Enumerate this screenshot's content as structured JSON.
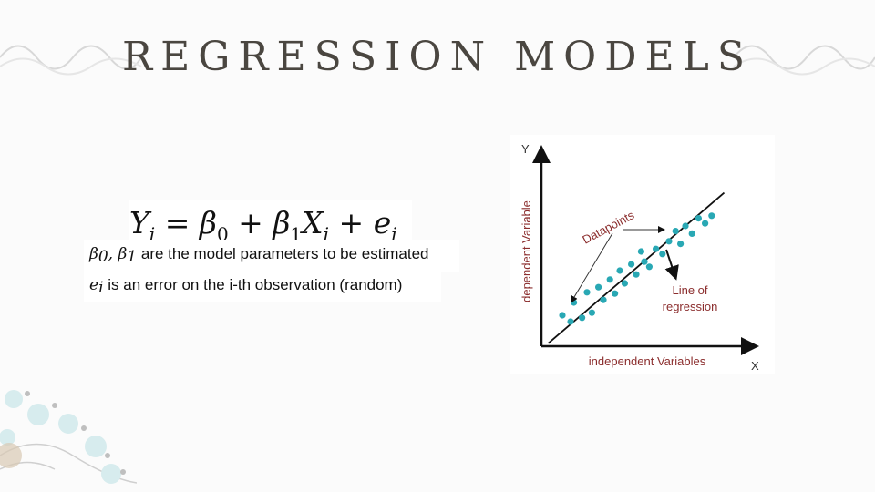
{
  "slide": {
    "title": "REGRESSION MODELS",
    "formula": {
      "Y": "Y",
      "i": "i",
      "eq": "=",
      "beta": "β",
      "zero": "0",
      "plus": "+",
      "one": "1",
      "X": "X",
      "e": "e"
    },
    "lines": {
      "params_text": "are the model parameters to be estimated",
      "params_math": "β",
      "params_sub0": "0",
      "params_sep": ", β",
      "params_sub1": "1",
      "error_math": "e",
      "error_sub": "i",
      "error_text": "is an error on the i-th observation (random)"
    }
  },
  "chart_data": {
    "type": "scatter",
    "xlabel": "independent Variables",
    "ylabel": "dependent Variable",
    "x_axis_letter": "X",
    "y_axis_letter": "Y",
    "annotations": [
      "Datapoints",
      "Line of",
      "regression"
    ],
    "points": [
      [
        0.05,
        0.1
      ],
      [
        0.1,
        0.05
      ],
      [
        0.12,
        0.2
      ],
      [
        0.17,
        0.08
      ],
      [
        0.2,
        0.28
      ],
      [
        0.23,
        0.12
      ],
      [
        0.27,
        0.32
      ],
      [
        0.3,
        0.22
      ],
      [
        0.34,
        0.38
      ],
      [
        0.37,
        0.27
      ],
      [
        0.4,
        0.45
      ],
      [
        0.43,
        0.35
      ],
      [
        0.47,
        0.5
      ],
      [
        0.5,
        0.42
      ],
      [
        0.53,
        0.6
      ],
      [
        0.55,
        0.52
      ],
      [
        0.58,
        0.48
      ],
      [
        0.62,
        0.62
      ],
      [
        0.66,
        0.58
      ],
      [
        0.7,
        0.68
      ],
      [
        0.74,
        0.76
      ],
      [
        0.77,
        0.66
      ],
      [
        0.8,
        0.8
      ],
      [
        0.84,
        0.74
      ],
      [
        0.88,
        0.86
      ],
      [
        0.92,
        0.82
      ],
      [
        0.96,
        0.88
      ]
    ],
    "regression_line": [
      [
        0.0,
        0.0
      ],
      [
        1.0,
        1.0
      ]
    ],
    "point_color": "#29a8b4",
    "axis_color": "#111111",
    "label_color": "#8b2d2d"
  }
}
